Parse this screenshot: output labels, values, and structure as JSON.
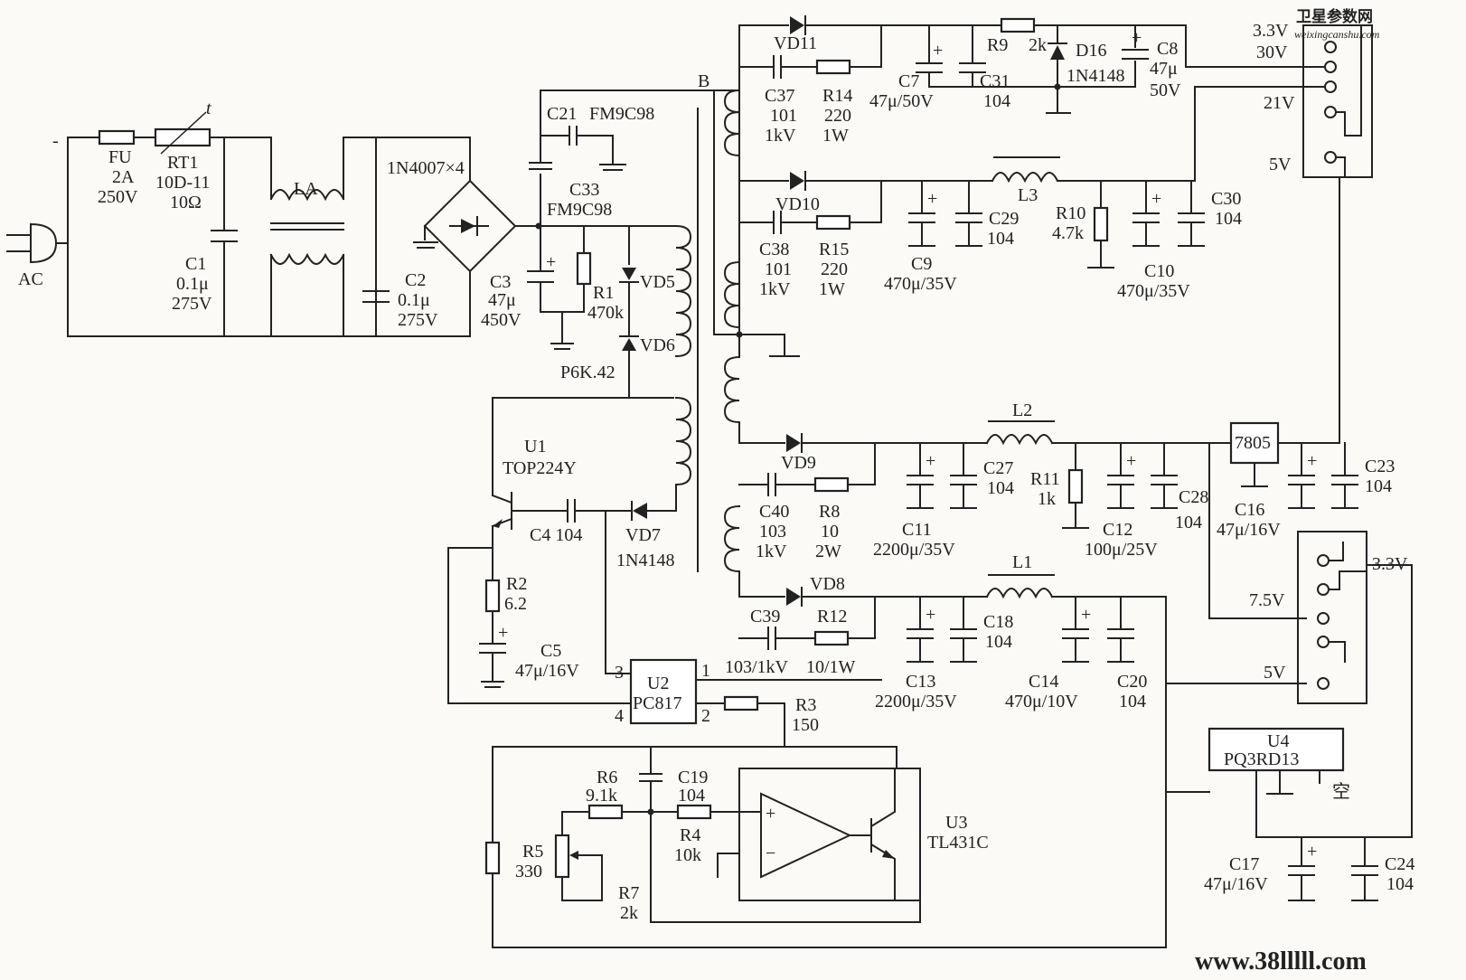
{
  "colors": {
    "line": "#222222",
    "background": "#fbfaf6",
    "watermark_top": "#2a8fd8",
    "watermark_bottom": "#e020c8"
  },
  "watermarks": {
    "site_cn": "卫星参数网",
    "site_url": "weixingcanshu.com",
    "bottom_url": "www.38lllll.com"
  },
  "labels": {
    "minus": "-",
    "ac": "AC",
    "fu": "FU",
    "fu_v1": "2A",
    "fu_v2": "250V",
    "rt1": "RT1",
    "rt1_v1": "10D-11",
    "rt1_v2": "10Ω",
    "t": "t",
    "c1": "C1",
    "c1_v1": "0.1μ",
    "c1_v2": "275V",
    "la": "LA",
    "c2": "C2",
    "c2_v1": "0.1μ",
    "c2_v2": "275V",
    "bridge": "1N4007×4",
    "c21": "C21",
    "fm1": "FM9C98",
    "c33": "C33",
    "fm2": "FM9C98",
    "c3": "C3",
    "c3_v1": "47μ",
    "c3_v2": "450V",
    "r1": "R1",
    "r1_v": "470k",
    "vd5": "VD5",
    "vd6": "VD6",
    "p6k": "P6K.42",
    "b": "B",
    "u1": "U1",
    "u1_v": "TOP224Y",
    "c4": "C4 104",
    "vd7": "VD7",
    "vd7_v": "1N4148",
    "r2": "R2",
    "r2_v": "6.2",
    "c5": "C5",
    "c5_v": "47μ/16V",
    "u2": "U2",
    "u2_v": "PC817",
    "p1": "1",
    "p2": "2",
    "p3": "3",
    "p4": "4",
    "r3": "R3",
    "r3_v": "150",
    "r6": "R6",
    "r6_v": "9.1k",
    "c19": "C19",
    "c19_v": "104",
    "r4": "R4",
    "r4_v": "10k",
    "r5": "R5",
    "r5_v": "330",
    "r7": "R7",
    "r7_v": "2k",
    "u3": "U3",
    "u3_v": "TL431C",
    "plus": "+",
    "minus2": "−",
    "vd11": "VD11",
    "c37": "C37",
    "c37_v1": "101",
    "c37_v2": "1kV",
    "r14": "R14",
    "r14_v1": "220",
    "r14_v2": "1W",
    "c7": "C7",
    "c7_v": "47μ/50V",
    "r9": "R9",
    "r9_v": "2k",
    "c31": "C31",
    "c31_v": "104",
    "d16": "D16",
    "d16_v": "1N4148",
    "c8": "C8",
    "c8_v1": "47μ",
    "c8_v2": "50V",
    "vd10": "VD10",
    "c38": "C38",
    "c38_v1": "101",
    "c38_v2": "1kV",
    "r15": "R15",
    "r15_v1": "220",
    "r15_v2": "1W",
    "c9": "C9",
    "c9_v": "470μ/35V",
    "c29": "C29",
    "c29_v": "104",
    "l3": "L3",
    "r10": "R10",
    "r10_v": "4.7k",
    "c10": "C10",
    "c10_v": "470μ/35V",
    "c30": "C30",
    "c30_v": "104",
    "vd9": "VD9",
    "c40": "C40",
    "c40_v1": "103",
    "c40_v2": "1kV",
    "r8": "R8",
    "r8_v1": "10",
    "r8_v2": "2W",
    "c11": "C11",
    "c11_v": "2200μ/35V",
    "c27": "C27",
    "c27_v": "104",
    "l2": "L2",
    "r11": "R11",
    "r11_v": "1k",
    "c12": "C12",
    "c12_v": "100μ/25V",
    "c28": "C28",
    "c28_v": "104",
    "u7805": "7805",
    "c16": "C16",
    "c16_v": "47μ/16V",
    "c23": "C23",
    "c23_v": "104",
    "vd8": "VD8",
    "c39": "C39",
    "c39_v": "103/1kV",
    "r12": "R12",
    "r12_v": "10/1W",
    "c13": "C13",
    "c13_v": "2200μ/35V",
    "c18": "C18",
    "c18_v": "104",
    "l1": "L1",
    "c14": "C14",
    "c14_v": "470μ/10V",
    "c20": "C20",
    "c20_v": "104",
    "u4": "U4",
    "u4_v": "PQ3RD13",
    "empty": "空",
    "c17": "C17",
    "c17_v": "47μ/16V",
    "c24": "C24",
    "c24_v": "104",
    "o33a": "3.3V",
    "o30": "30V",
    "o21": "21V",
    "o5a": "5V",
    "o33b": "3.3V",
    "o75": "7.5V",
    "o5b": "5V"
  }
}
